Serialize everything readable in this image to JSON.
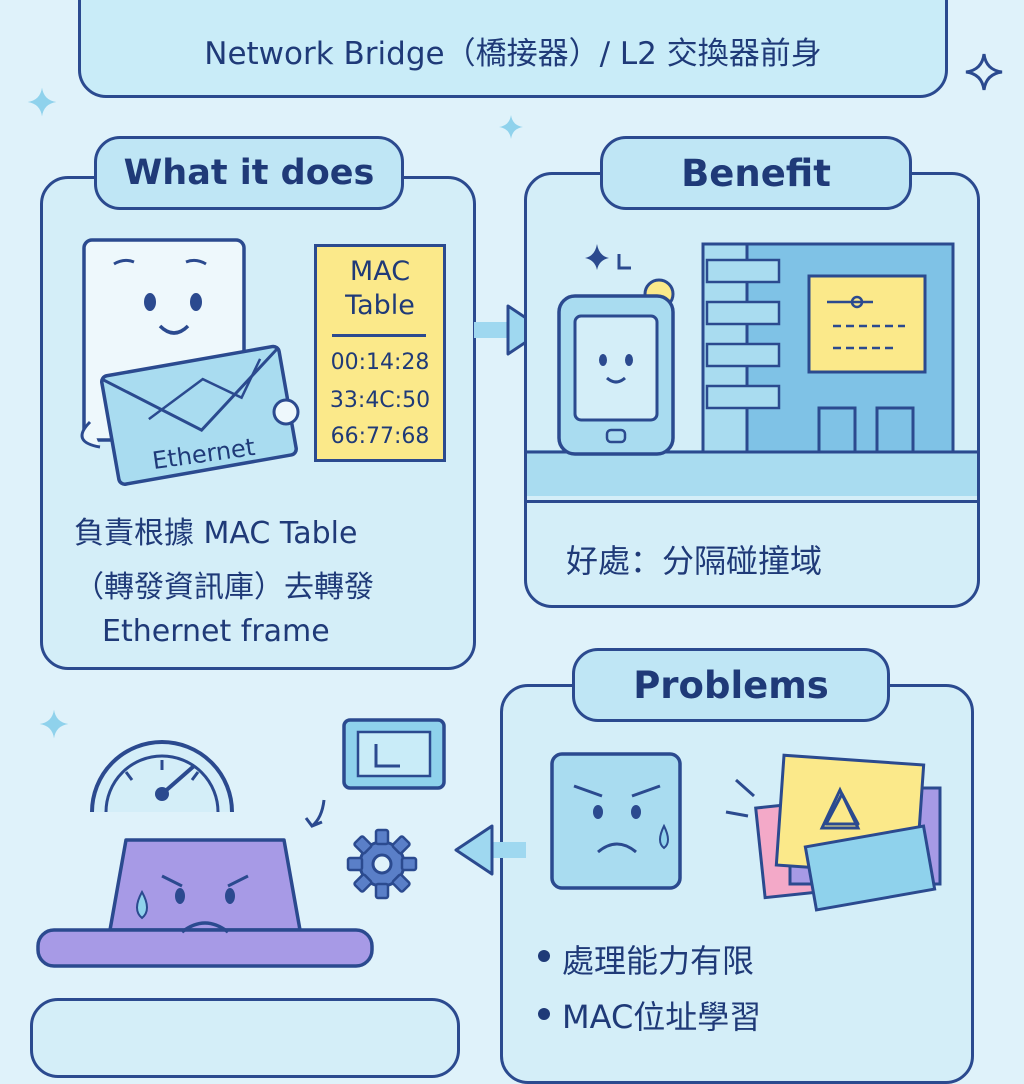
{
  "header": {
    "title": "Network Bridge（橋接器）/ L2 交換器前身"
  },
  "what_it_does": {
    "heading": "What it does",
    "envelope_label": "Ethernet",
    "mac_table": {
      "title_line1": "MAC",
      "title_line2": "Table",
      "entries": [
        "00:14:28",
        "33:4C:50",
        "66:77:68"
      ]
    },
    "description_lines": [
      "負責根據 MAC Table",
      "（轉發資訊庫）去轉發",
      "Ethernet frame"
    ]
  },
  "benefit": {
    "heading": "Benefit",
    "caption": "好處：分隔碰撞域"
  },
  "problems": {
    "heading": "Problems",
    "bullets": [
      "處理能力有限",
      "MAC位址學習"
    ]
  },
  "colors": {
    "background": "#dff2fa",
    "outline": "#2b4a8f",
    "pill": "#bfe6f5",
    "note_yellow": "#fbe98a",
    "purple": "#a79ae6"
  },
  "icons": [
    "sparkle-icon",
    "arrow-right-icon",
    "arrow-left-icon",
    "gauge-icon",
    "gear-icon",
    "warning-icon"
  ]
}
